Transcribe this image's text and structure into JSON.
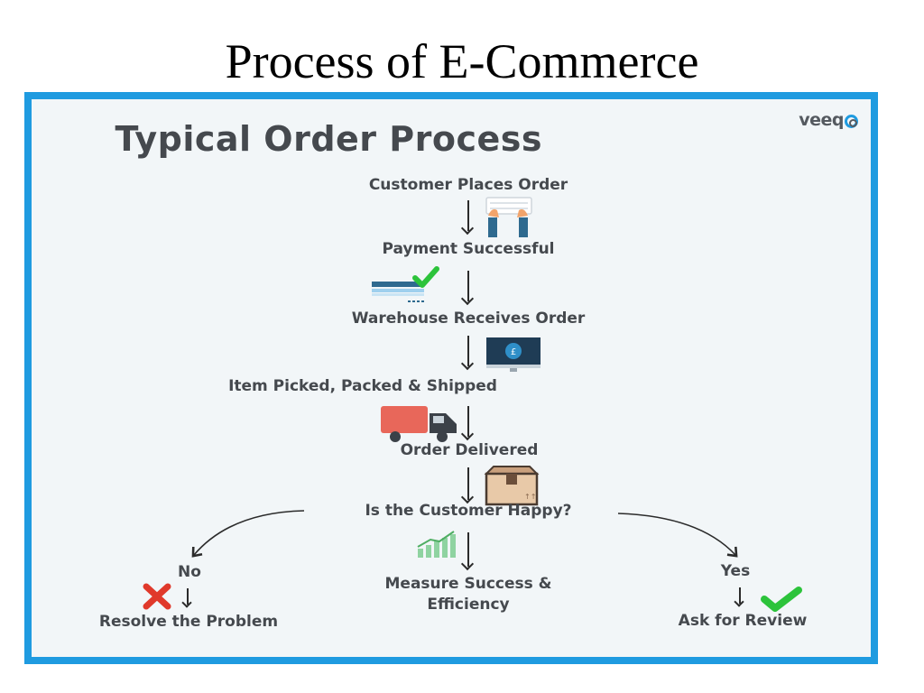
{
  "slide": {
    "title": "Process of E-Commerce"
  },
  "infographic": {
    "logo": "veeq",
    "heading": "Typical Order Process",
    "steps": {
      "place_order": "Customer Places Order",
      "payment": "Payment Successful",
      "warehouse": "Warehouse Receives Order",
      "ship": "Item Picked, Packed & Shipped",
      "delivered": "Order Delivered",
      "happy": "Is the Customer Happy?",
      "measure": "Measure Success & Efficiency"
    },
    "branches": {
      "no_label": "No",
      "no_action": "Resolve the Problem",
      "yes_label": "Yes",
      "yes_action": "Ask for Review"
    },
    "icons": [
      "typing-hands-icon",
      "payment-card-check-icon",
      "monitor-pound-icon",
      "delivery-truck-icon",
      "parcel-box-icon",
      "growth-chart-icon",
      "red-cross-icon",
      "green-check-icon"
    ],
    "colors": {
      "frame": "#1f9be0",
      "text": "#45494e",
      "check": "#2cc33b",
      "cross": "#e0392b",
      "truck": "#e8675a"
    }
  }
}
